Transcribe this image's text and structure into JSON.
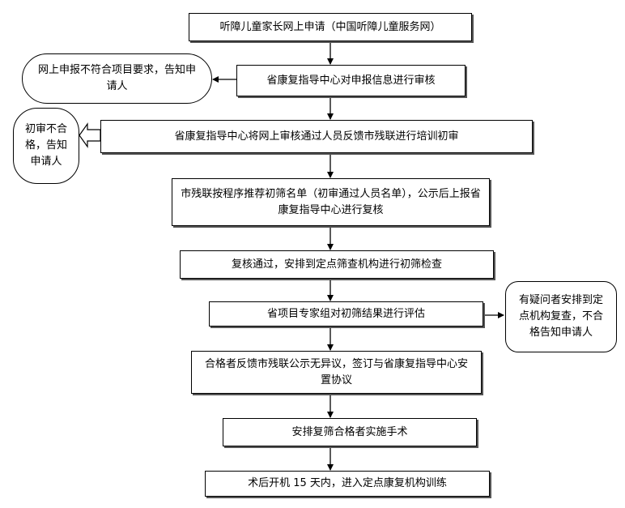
{
  "steps": {
    "s1": "听障儿童家长网上申请（中国听障儿童服务网）",
    "s2": "省康复指导中心对申报信息进行审核",
    "s3": "省康复指导中心将网上审核通过人员反馈市残联进行培训初审",
    "s4": "市残联按程序推荐初筛名单（初审通过人员名单），公示后上报省康复指导中心进行复核",
    "s5": "复核通过，安排到定点筛查机构进行初筛检查",
    "s6": "省项目专家组对初筛结果进行评估",
    "s7": "合格者反馈市残联公示无异议，签订与省康复指导中心安置协议",
    "s8": "安排复筛合格者实施手术",
    "s9": "术后开机 15 天内，进入定点康复机构训练"
  },
  "side": {
    "reject_online": "网上申报不符合项目要求，告知申请人",
    "reject_initial": "初审不合格，告知申请人",
    "doubt": "有疑问者安排到定点机构复查，不合格告知申请人"
  },
  "colors": {
    "line": "#000000",
    "shadow": "#555555"
  }
}
